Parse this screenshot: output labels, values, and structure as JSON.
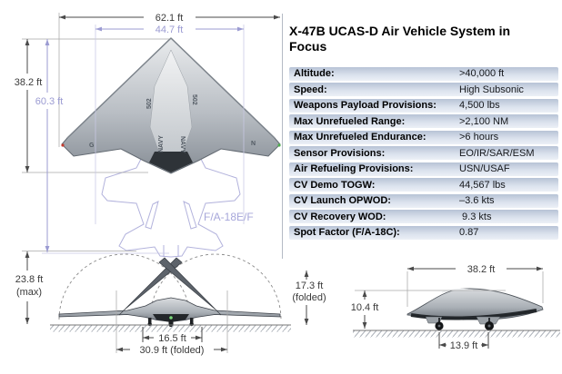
{
  "title": "X-47B UCAS-D Air Vehicle System in Focus",
  "table": {
    "rows": [
      {
        "label": "Altitude:",
        "value": ">40,000 ft"
      },
      {
        "label": "Speed:",
        "value": "High Subsonic"
      },
      {
        "label": "Weapons Payload Provisions:",
        "value": "4,500 lbs"
      },
      {
        "label": "Max Unrefueled Range:",
        "value": ">2,100 NM"
      },
      {
        "label": "Max Unrefueled Endurance:",
        "value": ">6 hours"
      },
      {
        "label": "Sensor Provisions:",
        "value": "EO/IR/SAR/ESM"
      },
      {
        "label": "Air Refueling Provisions:",
        "value": "USN/USAF"
      },
      {
        "label": "CV Demo TOGW:",
        "value": "44,567 lbs"
      },
      {
        "label": "CV Launch OPWOD:",
        "value": "–3.6 kts"
      },
      {
        "label": "CV Recovery WOD:",
        "value": " 9.3 kts"
      },
      {
        "label": "Spot Factor (F/A-18C):",
        "value": "0.87"
      }
    ]
  },
  "top_view": {
    "wingspan_x47b": "62.1 ft",
    "wingspan_fa18": "44.7 ft",
    "length_x47b": "38.2 ft",
    "length_fa18": "60.3 ft",
    "fa18_label": "F/A-18E/F",
    "marking_side_number": "502",
    "marking_navy": "NAVY",
    "marking_left_wing": "G",
    "marking_right_wing": "N"
  },
  "front_view": {
    "max_height_line1": "23.8 ft",
    "max_height_line2": "(max)",
    "gear_track": "16.5 ft",
    "folded_span": "30.9 ft (folded)",
    "folded_height_line1": "17.3 ft",
    "folded_height_line2": "(folded)"
  },
  "side_view": {
    "length": "38.2 ft",
    "height": "10.4 ft",
    "wheelbase": "13.9 ft"
  },
  "colors": {
    "dim_dark": "#4a4a4a",
    "dim_light": "#9b9bd2",
    "row_bg_top": "#b7c3d6",
    "row_bg_bottom": "#ecf0f6"
  }
}
